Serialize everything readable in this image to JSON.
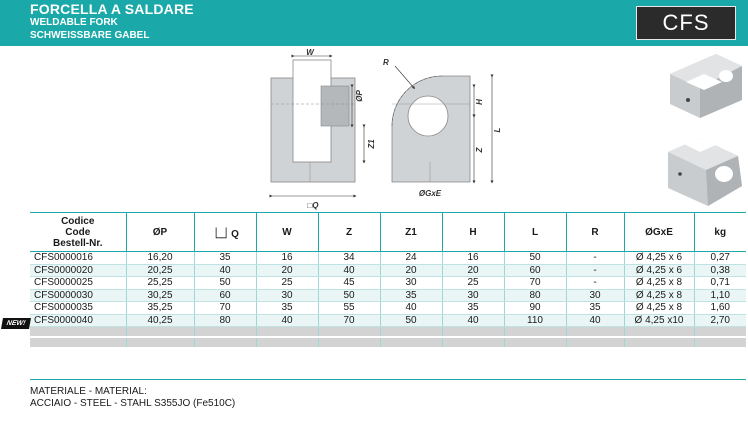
{
  "header": {
    "title_it": "FORCELLA A SALDARE",
    "title_en": "WELDABLE FORK",
    "title_de": "SCHWEISSBARE GABEL",
    "code": "CFS"
  },
  "drawing": {
    "labels": {
      "w": "W",
      "p": "ØP",
      "z1": "Z1",
      "q": "□Q",
      "r": "R",
      "h": "H",
      "z": "Z",
      "l": "L",
      "gxe": "ØGxE"
    }
  },
  "table": {
    "headers": [
      "Codice\nCode\nBestell-Nr.",
      "ØP",
      "⎿⏌Q",
      "W",
      "Z",
      "Z1",
      "H",
      "L",
      "R",
      "ØGxE",
      "kg"
    ],
    "rows": [
      [
        "CFS0000016",
        "16,20",
        "35",
        "16",
        "34",
        "24",
        "16",
        "50",
        "-",
        "Ø 4,25 x  6",
        "0,27"
      ],
      [
        "CFS0000020",
        "20,25",
        "40",
        "20",
        "40",
        "20",
        "20",
        "60",
        "-",
        "Ø 4,25 x  6",
        "0,38"
      ],
      [
        "CFS0000025",
        "25,25",
        "50",
        "25",
        "45",
        "30",
        "25",
        "70",
        "-",
        "Ø 4,25 x  8",
        "0,71"
      ],
      [
        "CFS0000030",
        "30,25",
        "60",
        "30",
        "50",
        "35",
        "30",
        "80",
        "30",
        "Ø 4,25 x  8",
        "1,10"
      ],
      [
        "CFS0000035",
        "35,25",
        "70",
        "35",
        "55",
        "40",
        "35",
        "90",
        "35",
        "Ø 4,25 x  8",
        "1,60"
      ],
      [
        "CFS0000040",
        "40,25",
        "80",
        "40",
        "70",
        "50",
        "40",
        "110",
        "40",
        "Ø 4,25 x10",
        "2,70"
      ]
    ],
    "new_badge": "NEW!"
  },
  "material": {
    "line1": "MATERIALE - MATERIAL:",
    "line2": "ACCIAIO - STEEL - STAHL S355JO (Fe510C)"
  }
}
